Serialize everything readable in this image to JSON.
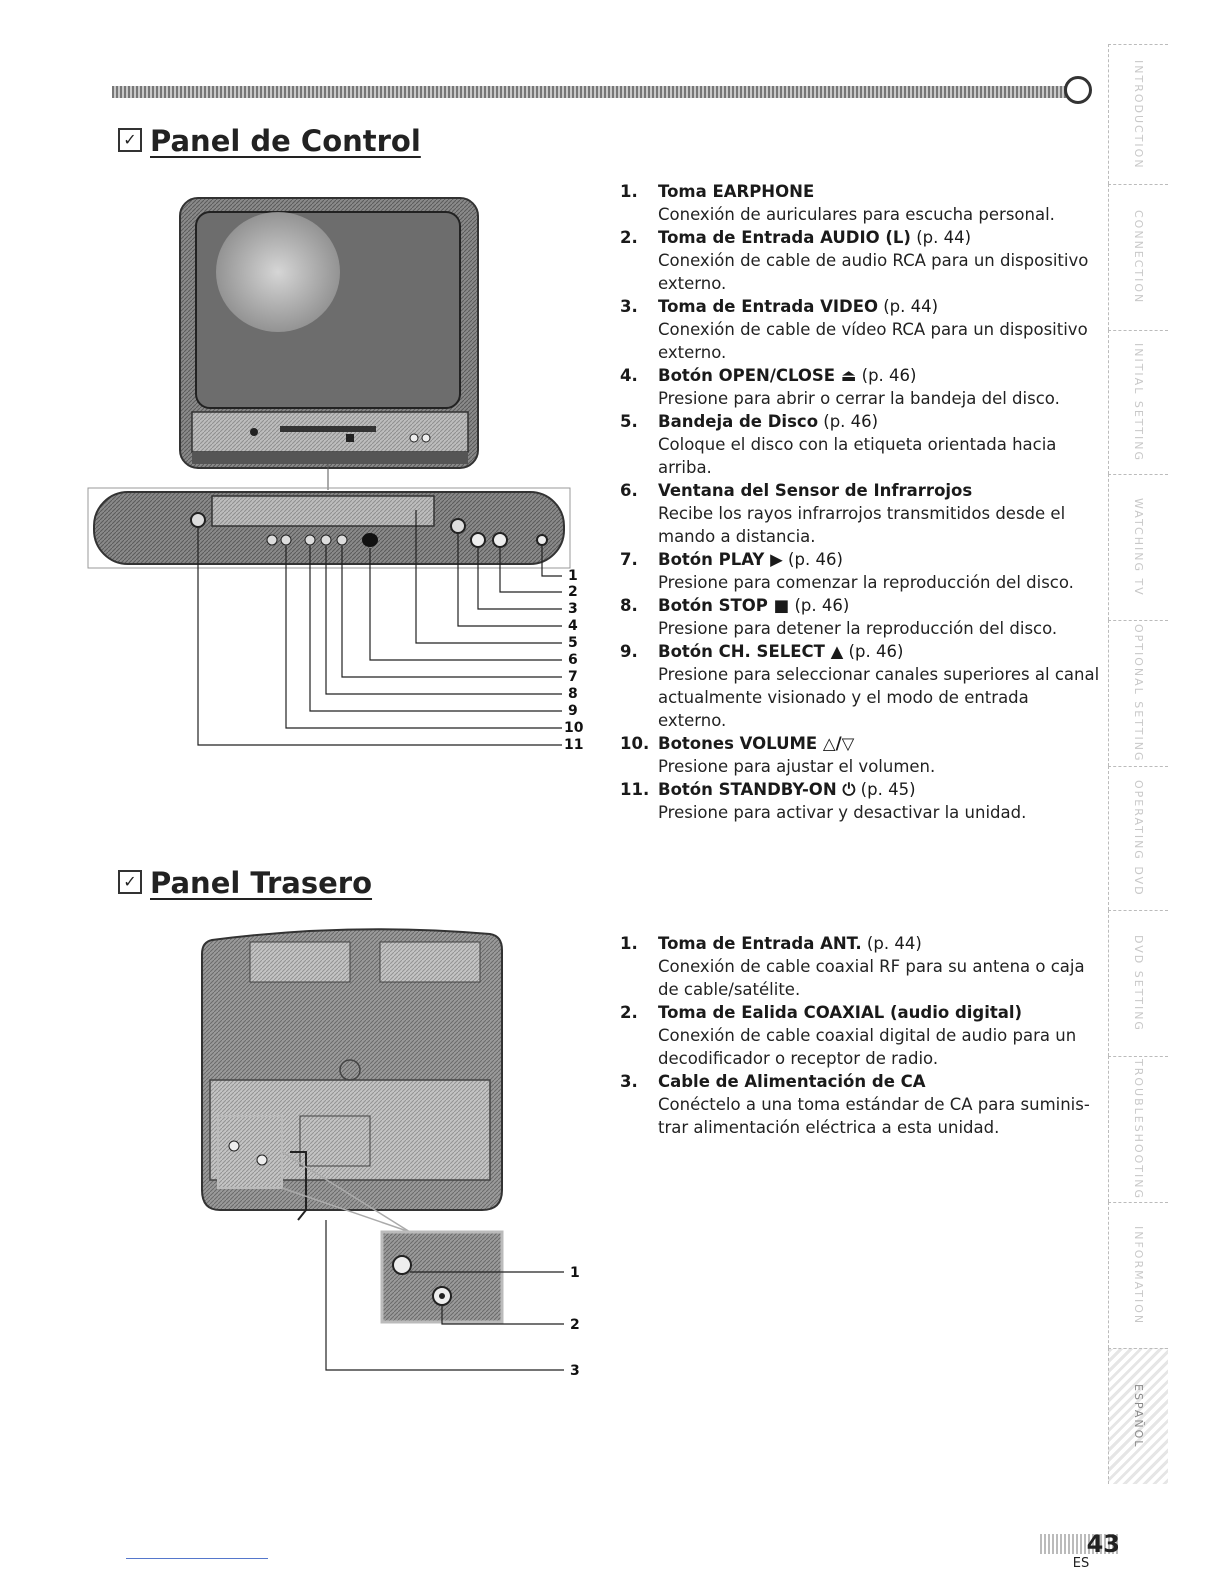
{
  "control_panel": {
    "title": "Panel de Control",
    "callouts": [
      "1",
      "2",
      "3",
      "4",
      "5",
      "6",
      "7",
      "8",
      "9",
      "10",
      "11"
    ],
    "items": [
      {
        "num": "1.",
        "name": "Toma EARPHONE",
        "page": "",
        "desc": "Conexión de auriculares para escucha personal."
      },
      {
        "num": "2.",
        "name": "Toma de Entrada AUDIO (L)",
        "page": " (p. 44)",
        "desc": "Conexión de cable de audio RCA para un dispositivo externo."
      },
      {
        "num": "3.",
        "name": "Toma de Entrada VIDEO",
        "page": " (p. 44)",
        "desc": "Conexión de cable de vídeo RCA para un dispositivo externo."
      },
      {
        "num": "4.",
        "name": "Botón OPEN/CLOSE ⏏",
        "page": " (p. 46)",
        "desc": "Presione para abrir o cerrar la bandeja del disco."
      },
      {
        "num": "5.",
        "name": "Bandeja de Disco",
        "page": " (p. 46)",
        "desc": "Coloque el disco con la etiqueta orientada hacia arriba."
      },
      {
        "num": "6.",
        "name": "Ventana del Sensor de Infrarrojos",
        "page": "",
        "desc": "Recibe los rayos infrarrojos transmitidos desde el mando a distancia."
      },
      {
        "num": "7.",
        "name": "Botón PLAY ▶",
        "page": " (p. 46)",
        "desc": "Presione para comenzar la reproducción del disco."
      },
      {
        "num": "8.",
        "name": "Botón STOP ■",
        "page": " (p. 46)",
        "desc": "Presione para detener la reproducción del disco."
      },
      {
        "num": "9.",
        "name": "Botón CH. SELECT ▲",
        "page": " (p. 46)",
        "desc": "Presione para seleccionar canales superiores al canal actualmente visionado y el modo de entrada externo."
      },
      {
        "num": "10.",
        "name": "Botones VOLUME △/▽",
        "page": "",
        "desc": "Presione para ajustar el volumen."
      },
      {
        "num": "11.",
        "name": "Botón STANDBY-ON ⏻",
        "page": " (p. 45)",
        "desc": "Presione para activar y desactivar la unidad."
      }
    ]
  },
  "rear_panel": {
    "title": "Panel Trasero",
    "callouts": [
      "1",
      "2",
      "3"
    ],
    "items": [
      {
        "num": "1.",
        "name": "Toma de Entrada ANT.",
        "page": " (p. 44)",
        "desc": "Conexión de cable coaxial RF para su antena o caja de cable/satélite."
      },
      {
        "num": "2.",
        "name": "Toma de Ealida COAXIAL (audio digital)",
        "page": "",
        "desc": "Conexión de cable coaxial digital de audio para un decodificador o receptor de radio."
      },
      {
        "num": "3.",
        "name": "Cable de Alimentación de CA",
        "page": "",
        "desc": "Conéctelo a una toma estándar de CA para suminis-trar alimentación eléctrica a esta unidad."
      }
    ]
  },
  "side_tabs": [
    {
      "label": "INTRODUCTION",
      "active": false
    },
    {
      "label": "CONNECTION",
      "active": false
    },
    {
      "label": "INITIAL SETTING",
      "active": false
    },
    {
      "label": "WATCHING TV",
      "active": false
    },
    {
      "label": "OPTIONAL SETTING",
      "active": false
    },
    {
      "label": "OPERATING DVD",
      "active": false
    },
    {
      "label": "DVD SETTING",
      "active": false
    },
    {
      "label": "TROUBLESHOOTING",
      "active": false
    },
    {
      "label": "INFORMATION",
      "active": false
    },
    {
      "label": "ESPAÑOL",
      "active": true
    }
  ],
  "page_number": "43",
  "page_lang": "ES"
}
